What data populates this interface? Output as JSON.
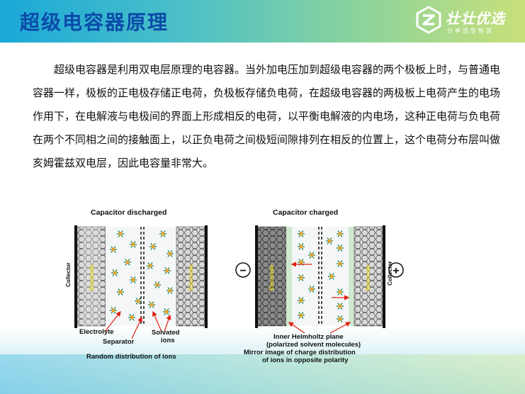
{
  "header": {
    "title": "超级电容器原理"
  },
  "logo": {
    "name": "壮壮优选",
    "tagline": "分享选型智慧"
  },
  "body": {
    "paragraph": "超级电容器是利用双电层原理的电容器。当外加电压加到超级电容器的两个极板上时，与普通电容器一样，极板的正电极存储正电荷，负极板存储负电荷，在超级电容器的两极板上电荷产生的电场作用下，在电解液与电极间的界面上形成相反的电荷，以平衡电解液的内电场，这种正电荷与负电荷在两个不同相之间的接触面上，以正负电荷之间极短间隙排列在相反的位置上，这个电荷分布层叫做亥姆霍兹双电层，因此电容量非常大。"
  },
  "diagram": {
    "left": {
      "title": "Capacitor discharged",
      "collector_label": "Collector",
      "electrode_label": "Electrode",
      "callout_electrolyte": "Electrolyte",
      "callout_separator": "Separator",
      "callout_solvated": "Solvated",
      "callout_ions": "ions",
      "caption": "Random distribution of ions"
    },
    "right": {
      "title": "Capacitor charged",
      "minus_symbol": "−",
      "plus_symbol": "+",
      "electrode_label": "Electrode",
      "collector_label": "Collector",
      "callout_line1": "Inner Helmholtz plane",
      "callout_line2": "(polarized solvent molecules)",
      "caption_line1": "Mirror image of charge distribution",
      "caption_line2": "of ions in opposite polarity"
    }
  },
  "colors": {
    "title_blue": "#0b4aa8",
    "electrode_yellow": "#e8d820",
    "ion_green": "#2e8b57",
    "ion_orange": "#f0a020",
    "arrow_red": "#e02010"
  }
}
